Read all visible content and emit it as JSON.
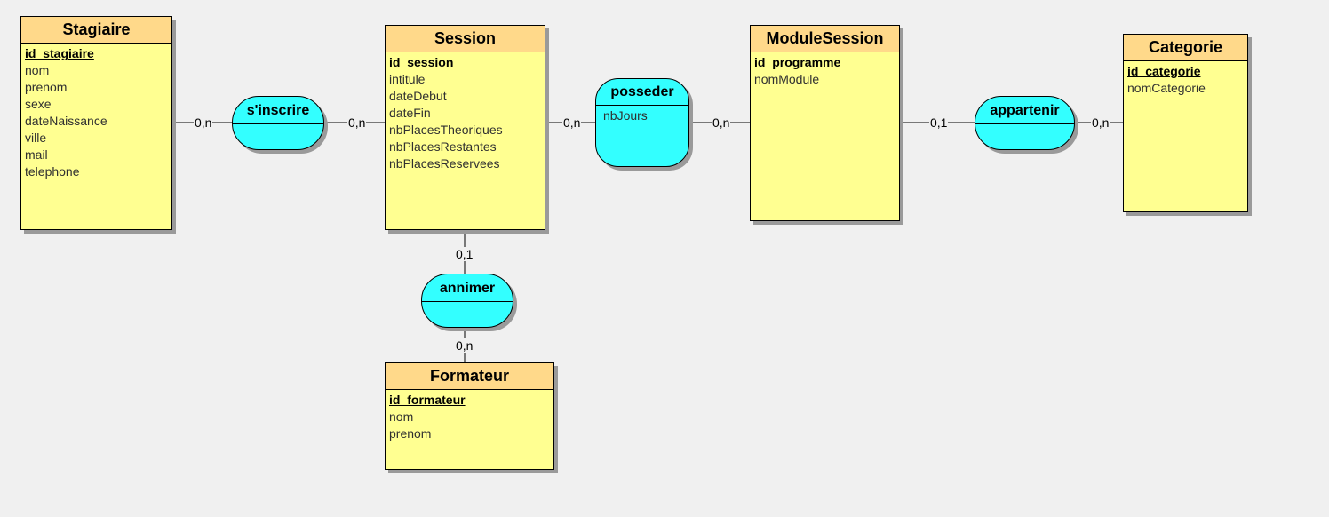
{
  "entities": {
    "stagiaire": {
      "title": "Stagiaire",
      "key": "id_stagiaire",
      "attributes": [
        "nom",
        "prenom",
        "sexe",
        "dateNaissance",
        "ville",
        "mail",
        "telephone"
      ]
    },
    "session": {
      "title": "Session",
      "key": "id_session",
      "attributes": [
        "intitule",
        "dateDebut",
        "dateFin",
        "nbPlacesTheoriques",
        "nbPlacesRestantes",
        "nbPlacesReservees"
      ]
    },
    "module_session": {
      "title": "ModuleSession",
      "key": "id_programme",
      "attributes": [
        "nomModule"
      ]
    },
    "categorie": {
      "title": "Categorie",
      "key": "id_categorie",
      "attributes": [
        "nomCategorie"
      ]
    },
    "formateur": {
      "title": "Formateur",
      "key": "id_formateur",
      "attributes": [
        "nom",
        "prenom"
      ]
    }
  },
  "associations": {
    "sinscrire": {
      "title": "s'inscrire",
      "attributes": []
    },
    "posseder": {
      "title": "posseder",
      "attributes": [
        "nbJours"
      ]
    },
    "appartenir": {
      "title": "appartenir",
      "attributes": []
    },
    "annimer": {
      "title": "annimer",
      "attributes": []
    }
  },
  "cardinalities": {
    "stagiaire_sinscrire": "0,n",
    "session_sinscrire": "0,n",
    "session_posseder": "0,n",
    "module_posseder": "0,n",
    "module_appartenir": "0,1",
    "categorie_appartenir": "0,n",
    "session_annimer": "0,1",
    "formateur_annimer": "0,n"
  }
}
